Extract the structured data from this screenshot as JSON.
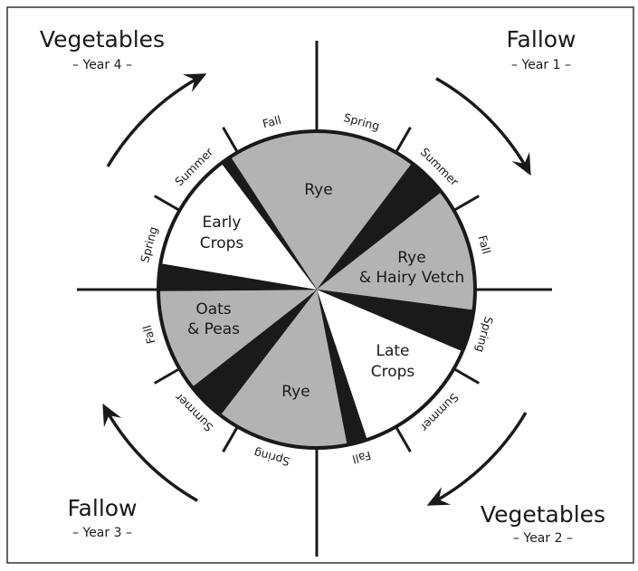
{
  "years": [
    {
      "title": "Fallow",
      "subtitle": "– Year 1 –"
    },
    {
      "title": "Vegetables",
      "subtitle": "– Year 2 –"
    },
    {
      "title": "Fallow",
      "subtitle": "– Year 3 –"
    },
    {
      "title": "Vegetables",
      "subtitle": "– Year 4 –"
    }
  ],
  "sectors": [
    {
      "line1": "Rye",
      "line2": ""
    },
    {
      "line1": "Rye",
      "line2": "& Hairy Vetch"
    },
    {
      "line1": "Late",
      "line2": "Crops"
    },
    {
      "line1": "Rye",
      "line2": ""
    },
    {
      "line1": "Oats",
      "line2": "& Peas"
    },
    {
      "line1": "Early",
      "line2": "Crops"
    }
  ],
  "seasons": [
    "Fall",
    "Spring",
    "Summer",
    "Fall",
    "Spring",
    "Summer",
    "Fall",
    "Spring",
    "Summer",
    "Fall",
    "Spring",
    "Summer"
  ],
  "colors": {
    "crop_fill": "#b3b3b3",
    "vegetable_fill": "#ffffff",
    "gap_fill": "#1a1a1a",
    "line": "#1a1a1a"
  }
}
